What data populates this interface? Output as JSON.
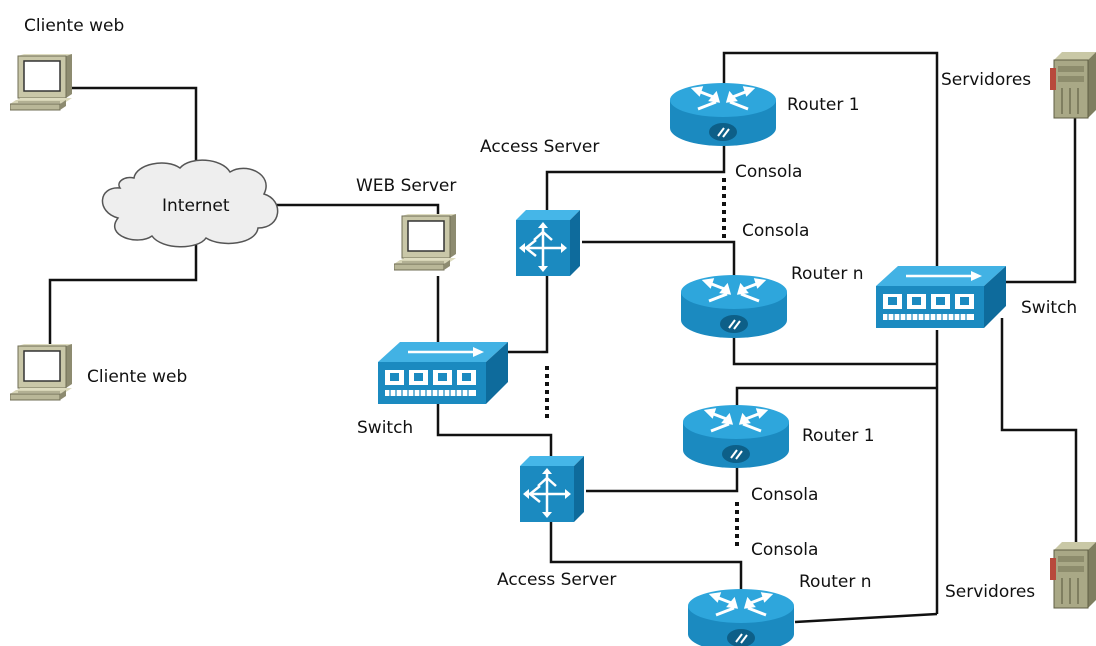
{
  "labels": {
    "cliente_top": "Cliente web",
    "cliente_bottom": "Cliente web",
    "internet": "Internet",
    "web_server": "WEB Server",
    "switch_left": "Switch",
    "switch_right": "Switch",
    "access_server_top": "Access Server",
    "access_server_bottom": "Access Server",
    "router1_top": "Router 1",
    "routern_top": "Router n",
    "router1_bottom": "Router 1",
    "routern_bottom": "Router n",
    "consola_1": "Consola",
    "consola_2": "Consola",
    "consola_3": "Consola",
    "consola_4": "Consola",
    "servidores_top": "Servidores",
    "servidores_bottom": "Servidores"
  },
  "colors": {
    "device_blue": "#1e8fc6",
    "device_blue_dark": "#0f6a98",
    "pc_beige": "#c9c7a8",
    "server_olive": "#a9a886",
    "server_accent": "#b8493c",
    "cloud_fill": "#eeeeee",
    "link": "#111111"
  }
}
